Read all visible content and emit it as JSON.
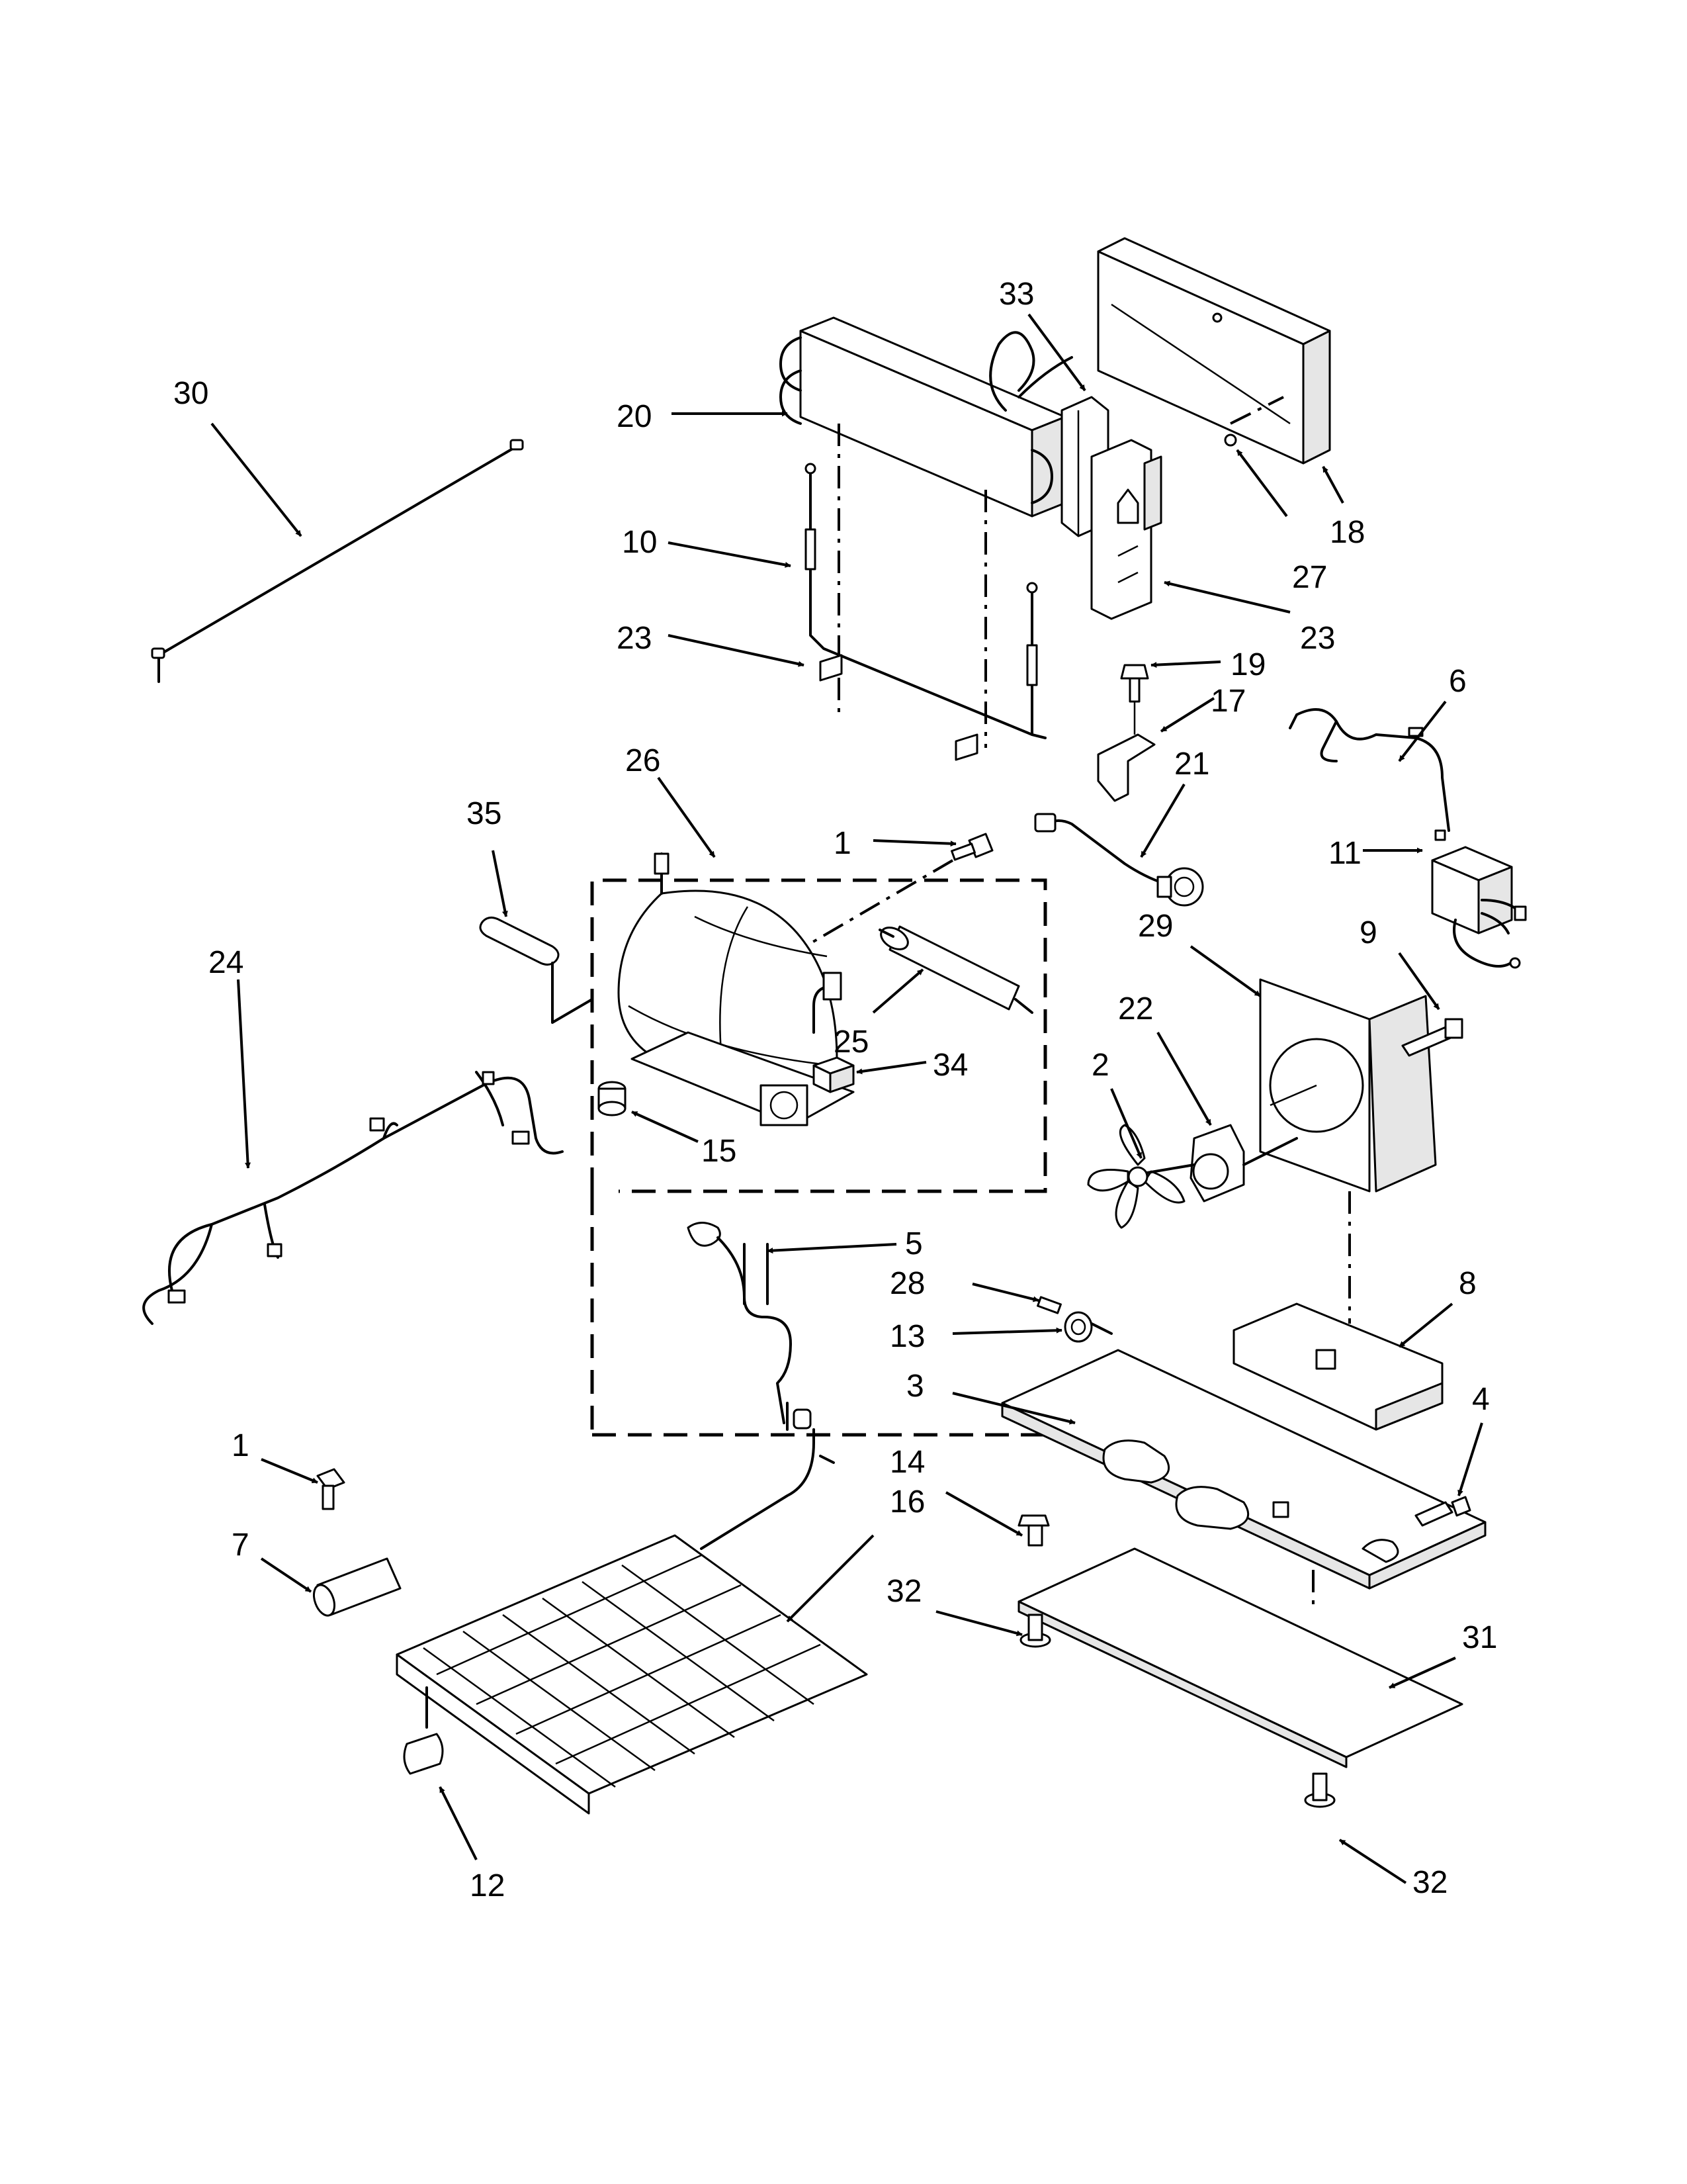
{
  "callouts": {
    "c1a": "1",
    "c1b": "1",
    "c2": "2",
    "c3": "3",
    "c4": "4",
    "c5": "5",
    "c6": "6",
    "c7": "7",
    "c8": "8",
    "c9": "9",
    "c10": "10",
    "c11": "11",
    "c12": "12",
    "c13": "13",
    "c14": "14",
    "c15": "15",
    "c16": "16",
    "c17": "17",
    "c18": "18",
    "c19": "19",
    "c20": "20",
    "c21": "21",
    "c22": "22",
    "c23a": "23",
    "c23b": "23",
    "c24": "24",
    "c25": "25",
    "c26": "26",
    "c27": "27",
    "c28": "28",
    "c29": "29",
    "c30": "30",
    "c31": "31",
    "c32a": "32",
    "c32b": "32",
    "c33": "33",
    "c34": "34",
    "c35": "35"
  }
}
